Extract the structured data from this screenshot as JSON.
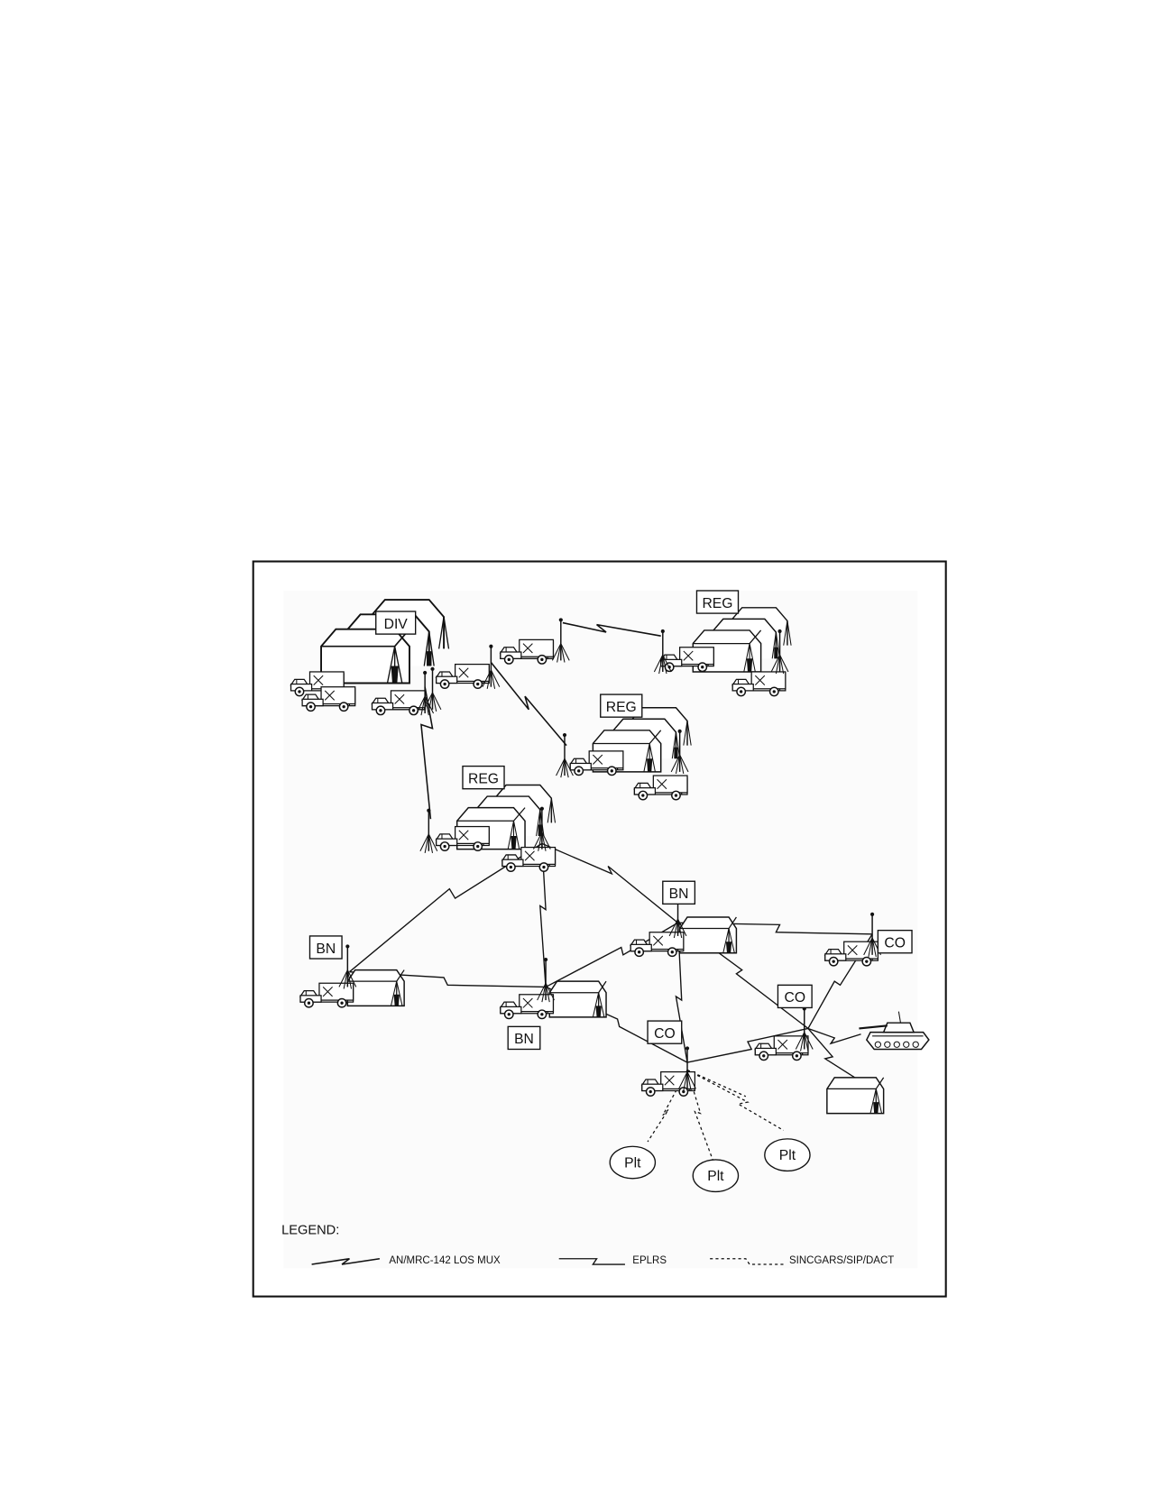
{
  "labels": {
    "div": "DIV",
    "reg_top": "REG",
    "reg_mid": "REG",
    "reg_low": "REG",
    "bn_left": "BN",
    "bn_center": "BN",
    "bn_right": "BN",
    "co_center": "CO",
    "co_right": "CO",
    "co_far": "CO",
    "plt_1": "Plt",
    "plt_2": "Plt",
    "plt_3": "Plt"
  },
  "legend": {
    "title": "LEGEND:",
    "los": "AN/MRC-142    LOS    MUX",
    "eplrs": "EPLRS",
    "sincgars": "SINCGARS/SIP/DACT"
  },
  "icons": {
    "truck": "humvee-shelter-icon",
    "tent": "tent-icon",
    "antenna": "antenna-mast-icon",
    "tank": "armored-vehicle-icon"
  }
}
